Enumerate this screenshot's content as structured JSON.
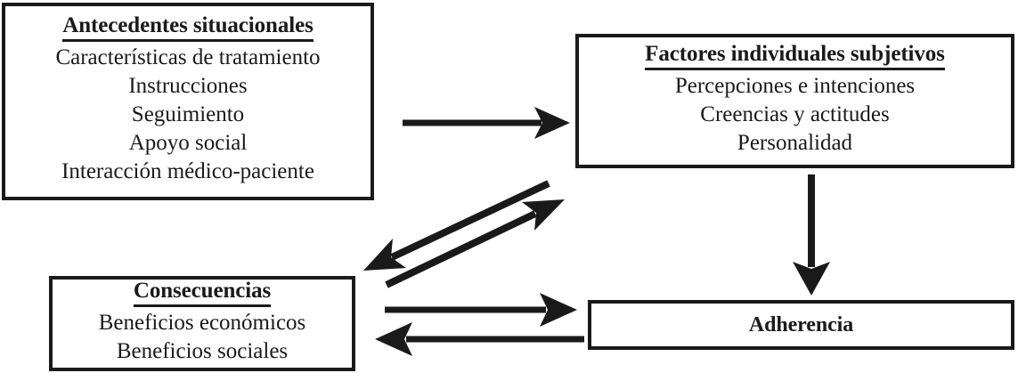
{
  "diagram": {
    "language": "es",
    "type": "flow-diagram",
    "colors": {
      "stroke": "#1a1a1a",
      "background": "#ffffff",
      "text": "#1a1a1a"
    },
    "nodes": [
      {
        "id": "antecedentes",
        "title": "Antecedentes situacionales",
        "title_underlined": true,
        "lines": [
          "Características de tratamiento",
          "Instrucciones",
          "Seguimiento",
          "Apoyo social",
          "Interacción médico-paciente"
        ]
      },
      {
        "id": "factores",
        "title": "Factores individuales subjetivos",
        "title_underlined": true,
        "lines": [
          "Percepciones e intenciones",
          "Creencias y actitudes",
          "Personalidad"
        ]
      },
      {
        "id": "consecuencias",
        "title": "Consecuencias",
        "title_underlined": true,
        "lines": [
          "Beneficios económicos",
          "Beneficios sociales"
        ]
      },
      {
        "id": "adherencia",
        "title": "Adherencia",
        "title_underlined": false,
        "lines": []
      }
    ],
    "edges": [
      {
        "id": "antecedentes-to-factores",
        "from": "antecedentes",
        "to": "factores",
        "direction": "right",
        "style": "solid-arrow"
      },
      {
        "id": "factores-to-adherencia",
        "from": "factores",
        "to": "adherencia",
        "direction": "down",
        "style": "solid-arrow"
      },
      {
        "id": "factores-to-consecuencias",
        "from": "factores",
        "to": "consecuencias",
        "direction": "diagonal-down-left",
        "style": "solid-arrow"
      },
      {
        "id": "consecuencias-to-factores",
        "from": "consecuencias",
        "to": "factores",
        "direction": "diagonal-up-right",
        "style": "solid-arrow"
      },
      {
        "id": "consecuencias-to-adherencia",
        "from": "consecuencias",
        "to": "adherencia",
        "direction": "right",
        "style": "solid-arrow"
      },
      {
        "id": "adherencia-to-consecuencias",
        "from": "adherencia",
        "to": "consecuencias",
        "direction": "left",
        "style": "solid-arrow"
      }
    ]
  }
}
